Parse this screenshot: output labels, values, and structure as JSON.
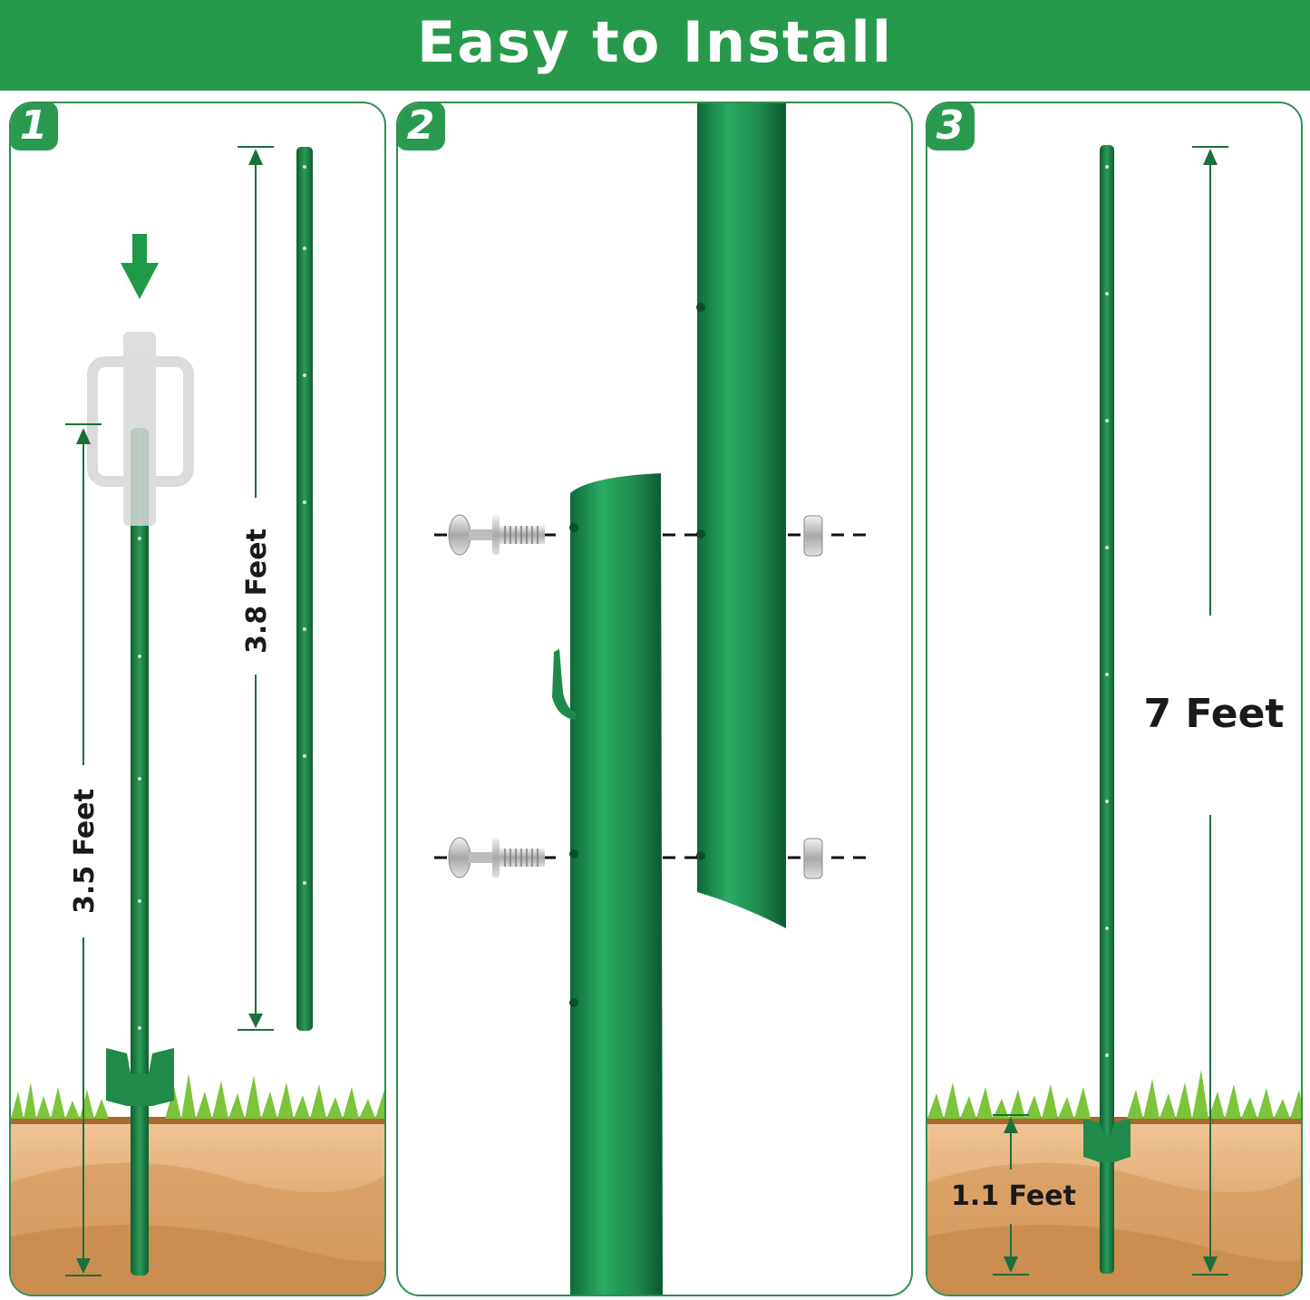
{
  "header": {
    "title": "Easy to Install"
  },
  "steps": [
    {
      "number": "1",
      "measure_long": "3.8 Feet",
      "measure_short": "3.5 Feet"
    },
    {
      "number": "2"
    },
    {
      "number": "3",
      "measure_total": "7 Feet",
      "measure_buried": "1.1 Feet"
    }
  ],
  "colors": {
    "brand_green": "#27994b",
    "post_green": "#1e7d45",
    "soil": "#dca56a",
    "grass": "#7cc43a"
  }
}
